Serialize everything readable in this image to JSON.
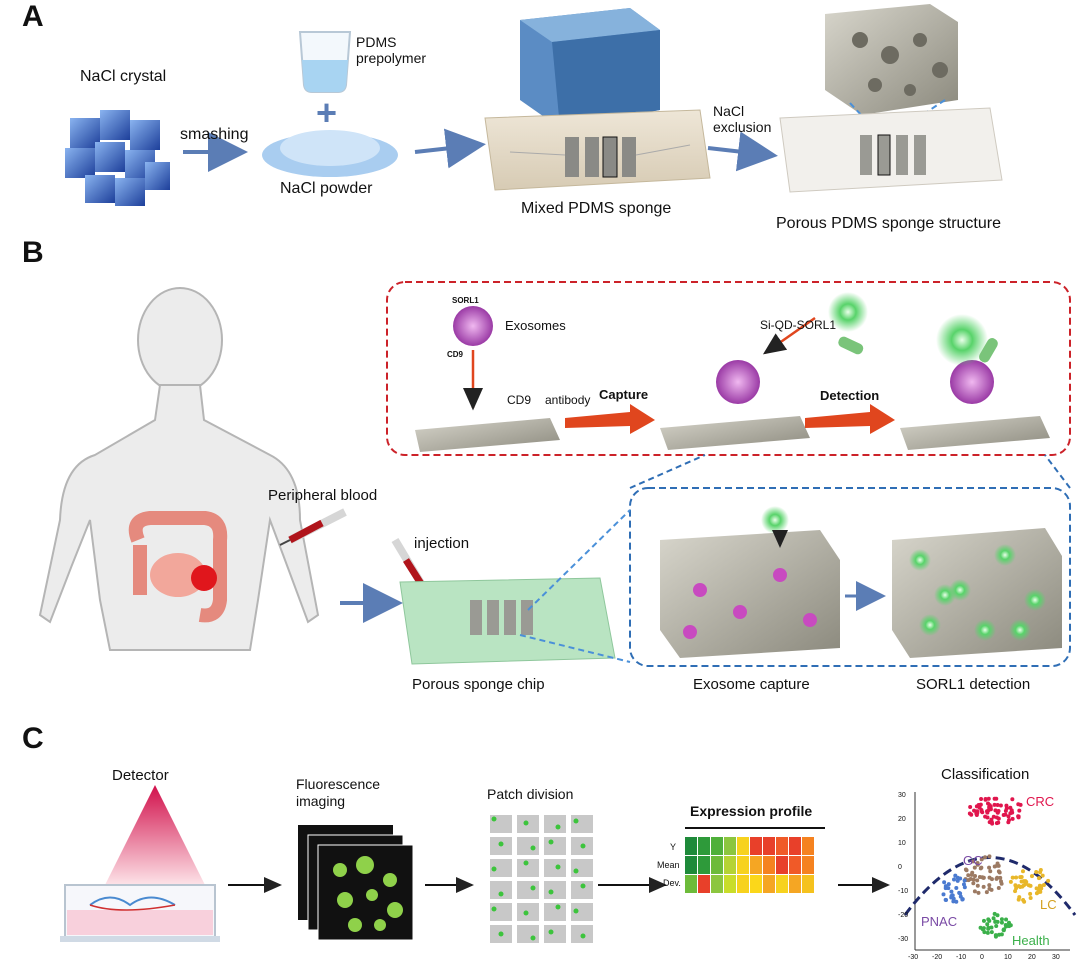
{
  "panels": {
    "a": "A",
    "b": "B",
    "c": "C"
  },
  "panel_a": {
    "nacl_crystal": "NaCl crystal",
    "smashing": "smashing",
    "pdms_prepolymer_line1": "PDMS",
    "pdms_prepolymer_line2": "prepolymer",
    "nacl_powder": "NaCl powder",
    "mixed_sponge": "Mixed PDMS sponge",
    "nacl_exclusion_line1": "NaCl",
    "nacl_exclusion_line2": "exclusion",
    "porous_structure": "Porous PDMS sponge structure"
  },
  "panel_b": {
    "sorl1": "SORL1",
    "cd9": "CD9",
    "exosomes": "Exosomes",
    "cd9_antibody_a": "CD9",
    "cd9_antibody_b": "antibody",
    "capture": "Capture",
    "si_qd": "Si-QD-SORL1",
    "detection": "Detection",
    "peripheral_blood": "Peripheral blood",
    "injection": "injection",
    "porous_chip": "Porous sponge chip",
    "exosome_capture": "Exosome capture",
    "sorl1_detection": "SORL1 detection"
  },
  "panel_c": {
    "detector": "Detector",
    "fluor_line1": "Fluorescence",
    "fluor_line2": "imaging",
    "patch_division": "Patch division",
    "expression_profile": "Expression profile",
    "rows": [
      "Y",
      "Mean",
      "Dev."
    ],
    "classification": "Classification",
    "clusters": {
      "crc": "CRC",
      "gc": "GC",
      "pnac": "PNAC",
      "lc": "LC",
      "health": "Health"
    },
    "heatmap": [
      [
        "#1e8a3a",
        "#2e9a3a",
        "#4fb03a",
        "#8cc63f",
        "#f7d21e",
        "#e8402a",
        "#e8402a",
        "#f05a28",
        "#e8402a",
        "#f58220"
      ],
      [
        "#1e8a3a",
        "#2e9a3a",
        "#6dbb3a",
        "#b5d334",
        "#f7d21e",
        "#f5a623",
        "#f58220",
        "#e8402a",
        "#f05a28",
        "#f58220"
      ],
      [
        "#6dbb3a",
        "#e8402a",
        "#8cc63f",
        "#c9dd2a",
        "#f7d21e",
        "#fbd71a",
        "#f5a623",
        "#f7d21e",
        "#f5a623",
        "#f5c21e"
      ]
    ],
    "tsne_ticks_x": [
      "-30",
      "-20",
      "-10",
      "0",
      "10",
      "20",
      "30"
    ],
    "tsne_ticks_y": [
      "30",
      "20",
      "10",
      "0",
      "-10",
      "-20",
      "-30"
    ]
  }
}
